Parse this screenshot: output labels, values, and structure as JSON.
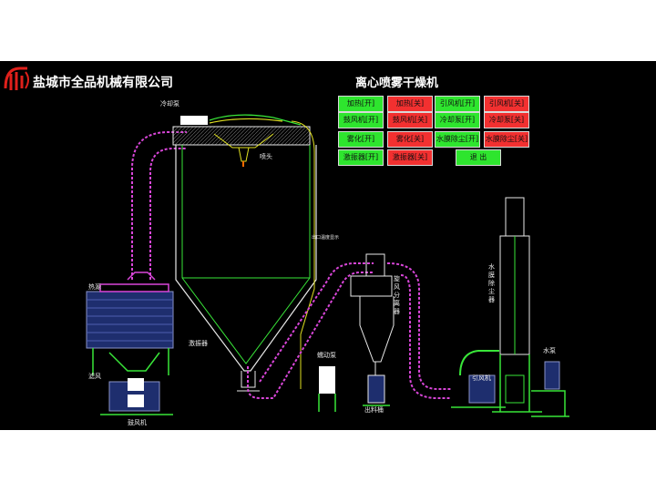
{
  "header": {
    "company": "盐城市全品机械有限公司",
    "title": "离心喷雾干燥机",
    "logo": "company-logo"
  },
  "controls": [
    {
      "label": "加热[开]",
      "state": "on"
    },
    {
      "label": "加热[关]",
      "state": "off"
    },
    {
      "label": "引风机[开]",
      "state": "on"
    },
    {
      "label": "引风机[关]",
      "state": "off"
    },
    {
      "label": "鼓风机[开]",
      "state": "on"
    },
    {
      "label": "鼓风机[关]",
      "state": "off"
    },
    {
      "label": "冷却泵[开]",
      "state": "on"
    },
    {
      "label": "冷却泵[关]",
      "state": "off"
    },
    {
      "label": "雾化[开]",
      "state": "on"
    },
    {
      "label": "雾化[关]",
      "state": "off"
    },
    {
      "label": "水膜除尘[开]",
      "state": "on"
    },
    {
      "label": "水膜除尘[关]",
      "state": "off"
    },
    {
      "label": "激振器[开]",
      "state": "on"
    },
    {
      "label": "激振器[关]",
      "state": "off"
    },
    {
      "label": "退 出",
      "state": "on"
    }
  ],
  "labels": {
    "cooling_pump": "冷却泵",
    "nozzle": "喷头",
    "heat_source": "热源",
    "vibrator": "激振器",
    "filter": "滤风",
    "blower": "鼓风机",
    "peristaltic_pump": "蠕动泵",
    "cyclone": "旋风分离器",
    "discharge_bucket": "出料桶",
    "induced_fan": "引风机",
    "water_film_collector": "水膜除尘器",
    "water_pump": "水泵",
    "outlet_temp": "出口温度显示"
  },
  "colors": {
    "on": "#2ee52e",
    "off": "#f23030",
    "duct_pink": "#d946d9",
    "line_green": "#39e639"
  }
}
